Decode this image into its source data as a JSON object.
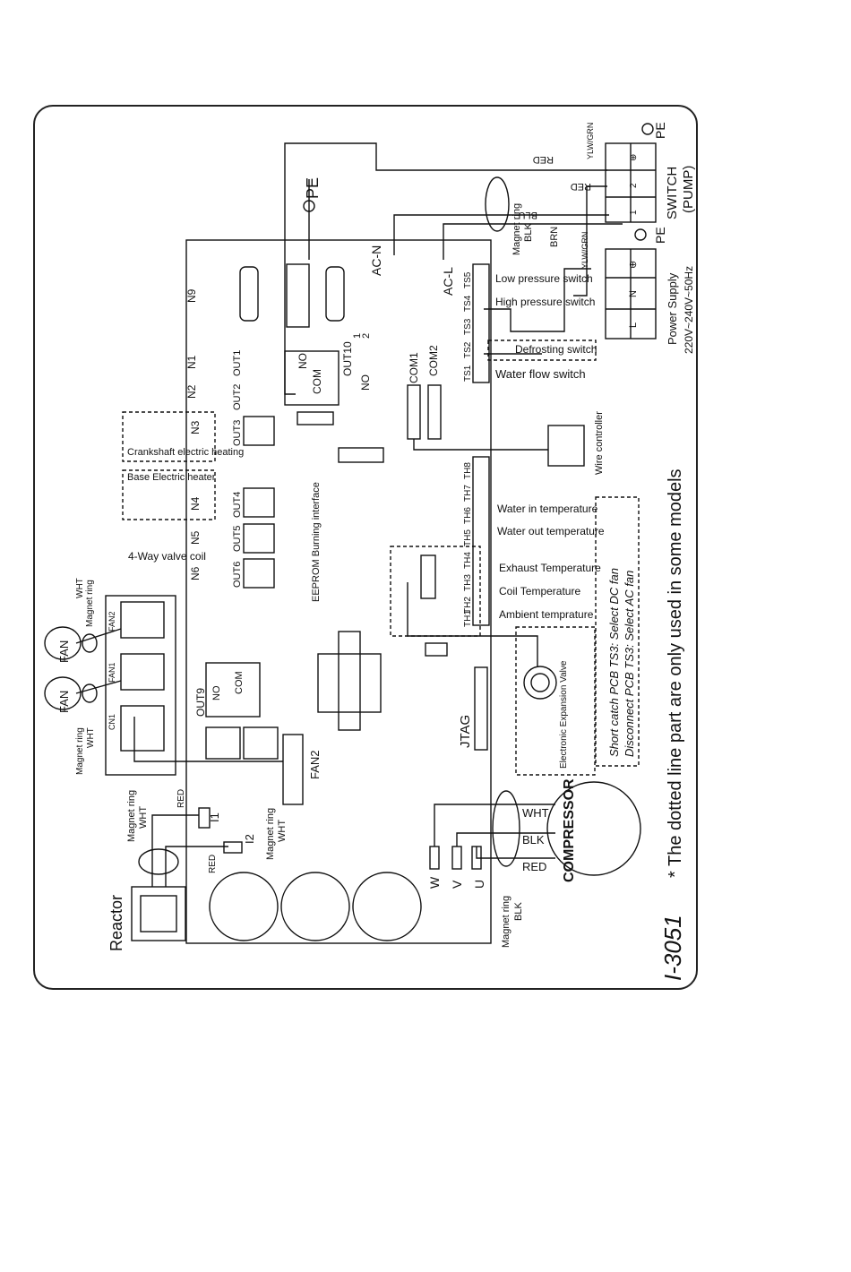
{
  "diagram": {
    "figure_id": "I-3051",
    "note": "* The dotted line part are only used in some models",
    "fan_note": [
      "Short catch PCB  TS3: Select DC fan",
      "Disconnect PCB TS3: Select  AC fan"
    ],
    "power": {
      "supply_label": "Power Supply",
      "supply_rating": "220V~240V~50Hz",
      "terminals": [
        "L",
        "N",
        "⊕"
      ],
      "switch_label": "SWITCH",
      "switch_sub": "(PUMP)",
      "switch_terminals": [
        "1",
        "2",
        "⊕"
      ],
      "pe": "PE",
      "ylw_grn": "YLW/GRN"
    },
    "wires": {
      "red": "RED",
      "blu": "BLU",
      "brn": "BRN",
      "blk": "BLK",
      "wht": "WHT"
    },
    "board": {
      "ac_n": "AC-N",
      "ac_l": "AC-L",
      "pe": "PE",
      "magnet_ring": "Magnet ring",
      "neutral_pins": [
        "N9",
        "N1",
        "N2",
        "N3",
        "N4",
        "N5",
        "N6"
      ],
      "outputs": [
        "OUT1",
        "OUT2",
        "OUT3",
        "OUT4",
        "OUT5",
        "OUT6"
      ],
      "out10": "OUT10",
      "out10_pins": [
        "1",
        "2"
      ],
      "no": "NO",
      "com": "COM",
      "com1": "COM1",
      "com2": "COM2",
      "eeprom": "EEPROM Burning interface",
      "jtag": "JTAG",
      "out9": "OUT9",
      "fan2": "FAN2",
      "i1": "I1",
      "i2": "I2",
      "phases": [
        "W",
        "V",
        "U"
      ]
    },
    "switches": {
      "ts_labels": [
        "TS5",
        "TS4",
        "TS3",
        "TS2",
        "TS1"
      ],
      "low_pressure": "Low pressure switch",
      "high_pressure": "High pressure switch",
      "defrosting": "Defrosting switch",
      "water_flow": "Water flow switch"
    },
    "sensors": {
      "th_labels": [
        "TH8",
        "TH7",
        "TH6",
        "TH5",
        "TH4",
        "TH3",
        "TH2",
        "TH1"
      ],
      "water_in": "Water in temperature",
      "water_out": "Water out temperature",
      "exhaust": "Exhaust Temperature",
      "coil": "Coil Temperature",
      "ambient": "Ambient temprature"
    },
    "components": {
      "wire_controller": "Wire controller",
      "eev": "Electronic Expansion Valve",
      "crankshaft_heater": "Crankshaft electric heating",
      "base_heater": "Base Electric heater",
      "four_way_valve": "4-Way valve coil",
      "compressor": "COMPRESSOR",
      "reactor": "Reactor",
      "fan": "FAN",
      "fan_board_labels": [
        "FAN2",
        "FAN1",
        "CN1"
      ]
    }
  }
}
